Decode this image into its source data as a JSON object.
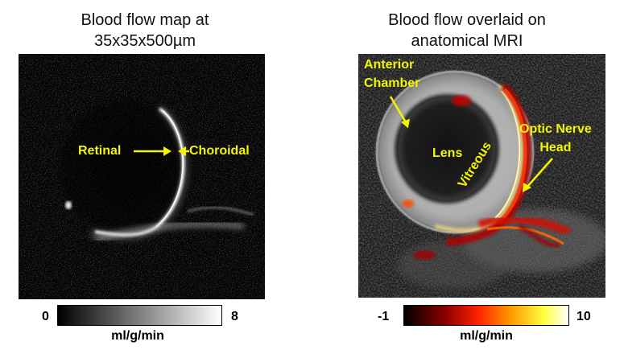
{
  "left_panel": {
    "title_line1": "Blood flow map at",
    "title_line2": "35x35x500µm",
    "labels": {
      "retinal": "Retinal",
      "choroidal": "Choroidal"
    },
    "colorbar": {
      "min": "0",
      "max": "8",
      "unit": "ml/g/min",
      "gradient": [
        "#000000",
        "#ffffff"
      ]
    }
  },
  "right_panel": {
    "title_line1": "Blood flow overlaid on",
    "title_line2": "anatomical MRI",
    "labels": {
      "anterior_line1": "Anterior",
      "anterior_line2": "Chamber",
      "lens": "Lens",
      "vitreous": "Vitreous",
      "optic_line1": "Optic Nerve",
      "optic_line2": "Head"
    },
    "colorbar": {
      "min": "-1",
      "max": "10",
      "unit": "ml/g/min",
      "gradient": [
        "#000000",
        "#8b0000",
        "#ff2000",
        "#ff9a00",
        "#ffff40",
        "#ffffff"
      ]
    }
  },
  "colors": {
    "label": "#f5f500",
    "background": "#ffffff"
  }
}
